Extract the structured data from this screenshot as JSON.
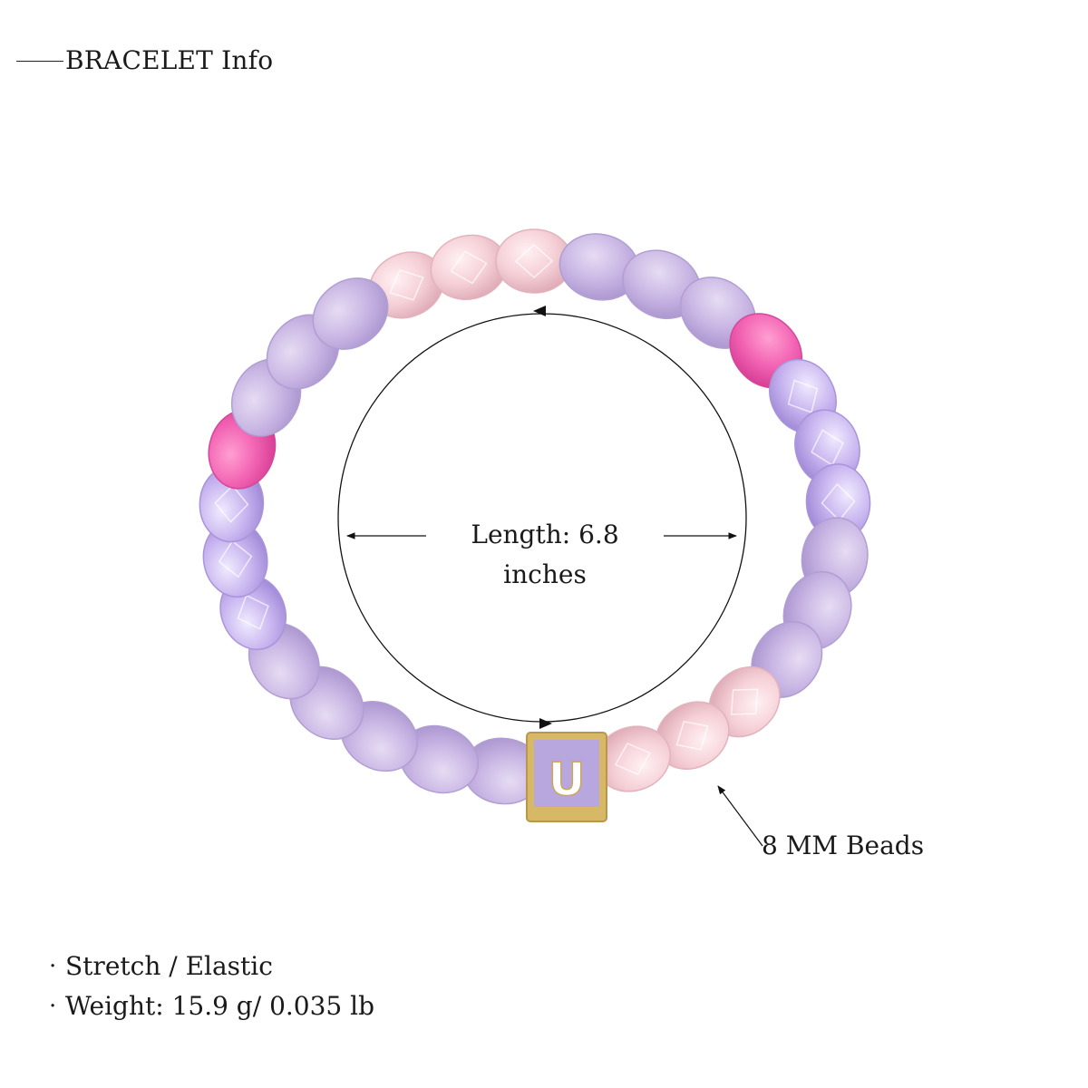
{
  "header": {
    "title": "BRACELET Info"
  },
  "dimension": {
    "length_label": "Length: 6.8 inches"
  },
  "callout": {
    "bead_size_label": "8 MM Beads"
  },
  "specs": [
    {
      "bullet": "·",
      "text": "Stretch / Elastic"
    },
    {
      "bullet": "·",
      "text": "Weight: 15.9 g/ 0.035 lb"
    }
  ],
  "product": {
    "letter": "U",
    "colors": {
      "lavender_jade": "#c9b6e4",
      "pink_crystal": "#f5cfd6",
      "violet_crystal": "#c7b4ef",
      "magenta_jade": "#f262b2",
      "seed_bead": "#f3c7d6",
      "letter_tile": "#b8a6df",
      "gold": "#c9a956"
    }
  }
}
